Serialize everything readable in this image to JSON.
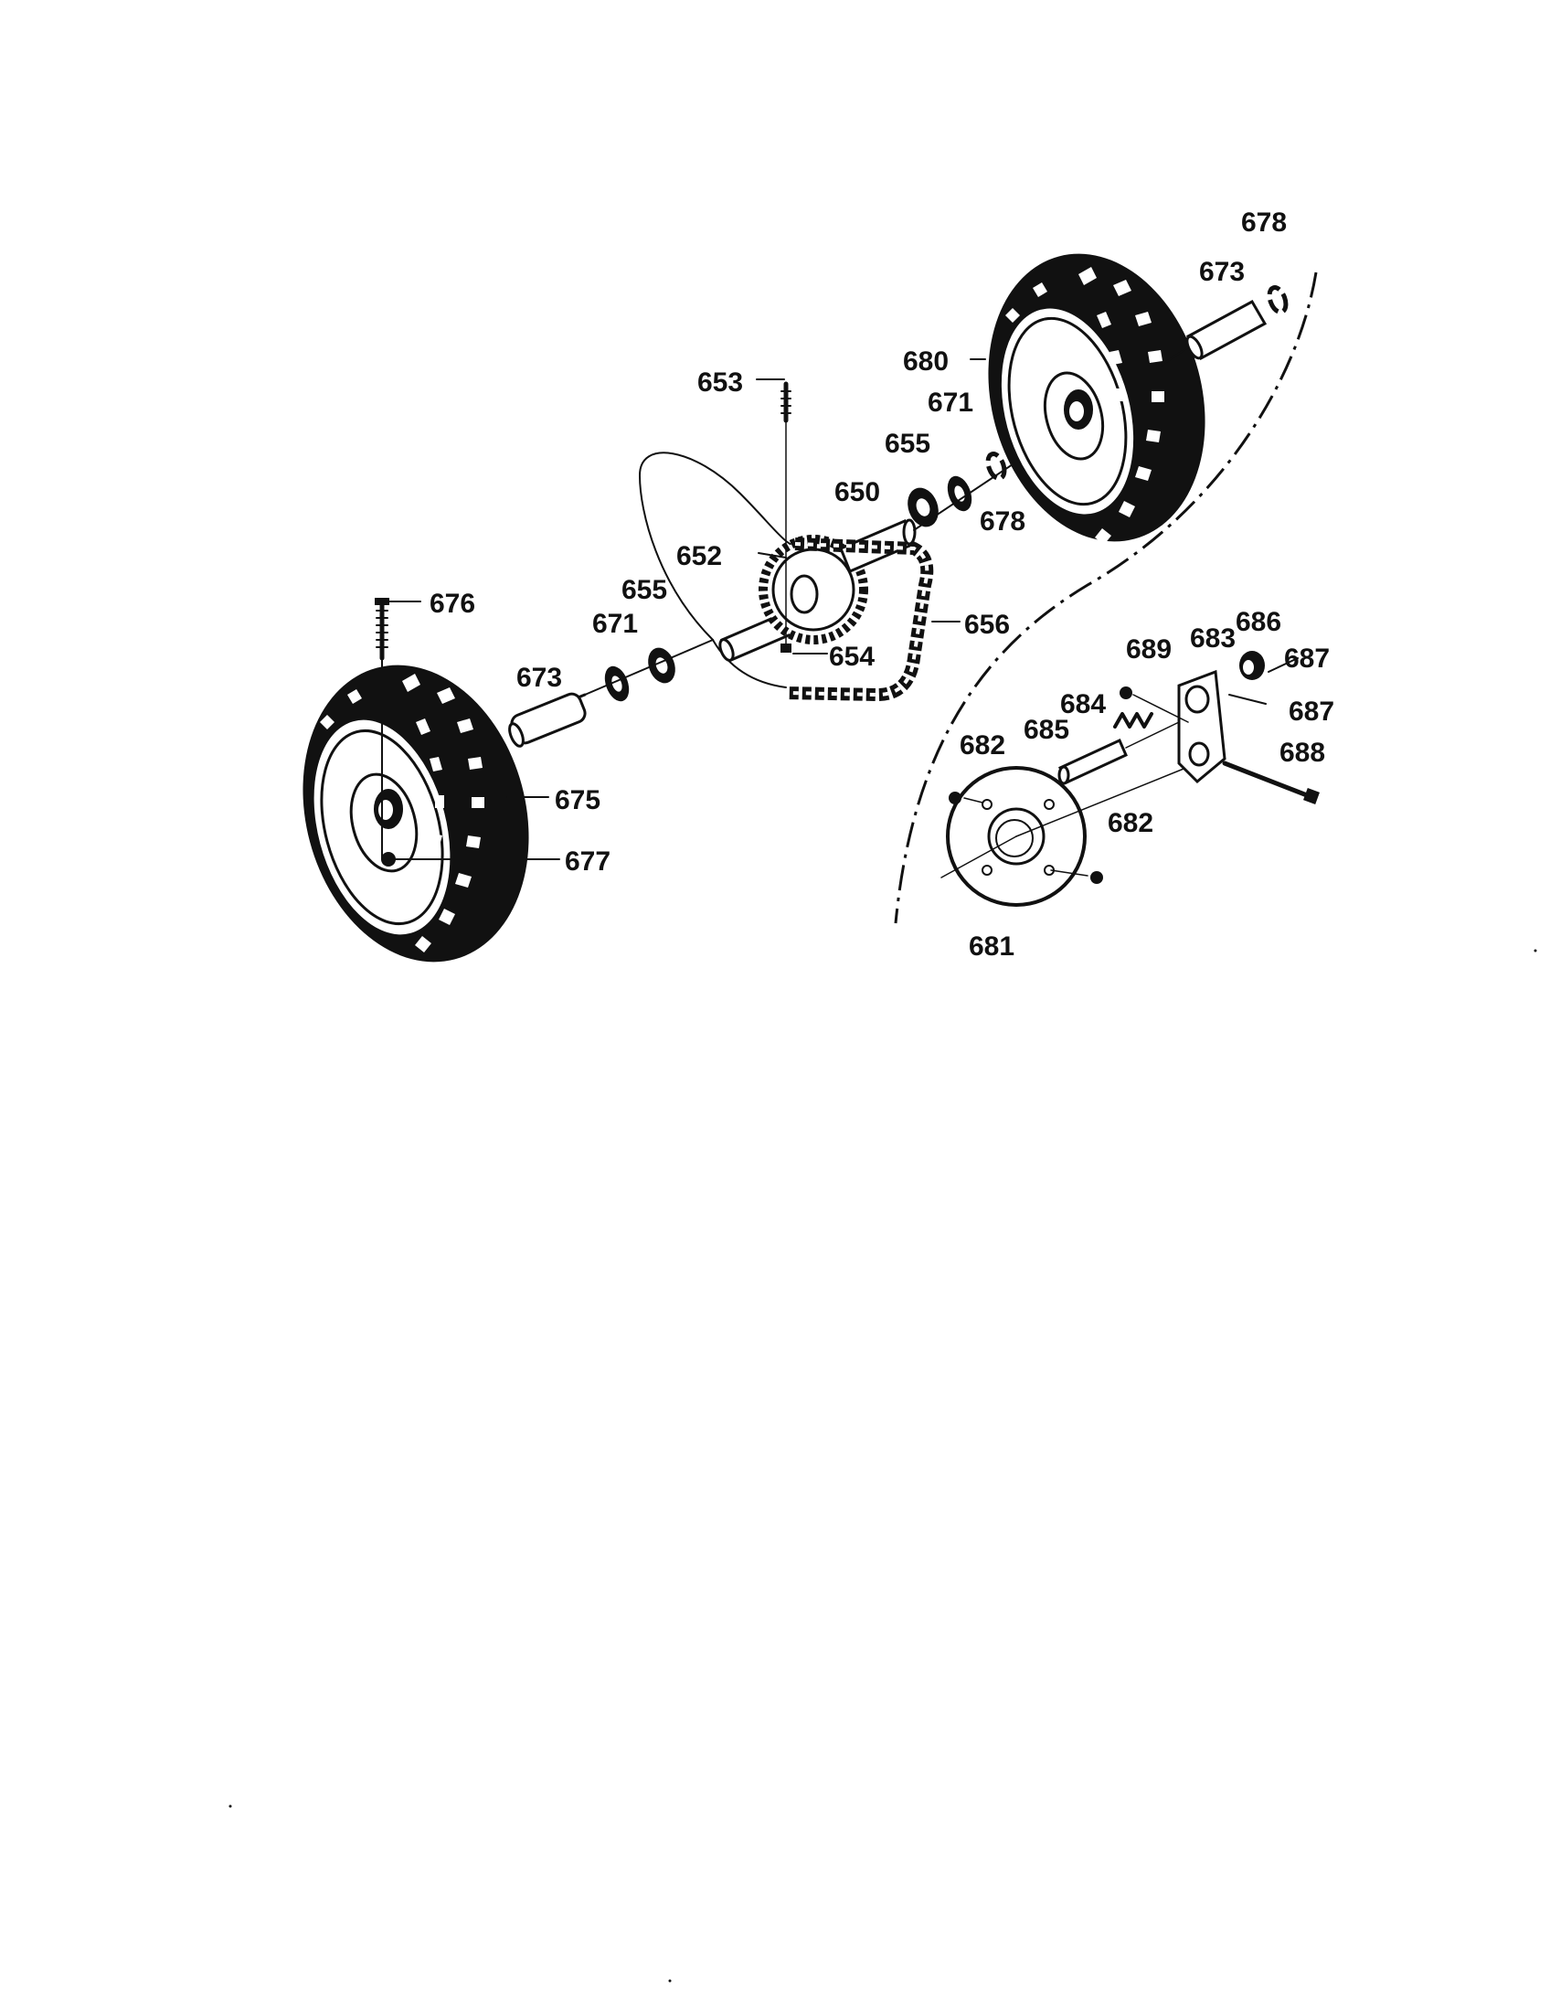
{
  "diagram": {
    "type": "exploded-parts-diagram",
    "callouts": [
      {
        "id": "c650",
        "label": "650",
        "part": "axle"
      },
      {
        "id": "c652",
        "label": "652",
        "part": "sprocket"
      },
      {
        "id": "c653",
        "label": "653",
        "part": "roll-pin"
      },
      {
        "id": "c654",
        "label": "654",
        "part": "pin"
      },
      {
        "id": "c655a",
        "label": "655",
        "part": "bearing"
      },
      {
        "id": "c655b",
        "label": "655",
        "part": "bearing"
      },
      {
        "id": "c656",
        "label": "656",
        "part": "chain"
      },
      {
        "id": "c671a",
        "label": "671",
        "part": "washer"
      },
      {
        "id": "c671b",
        "label": "671",
        "part": "washer"
      },
      {
        "id": "c673a",
        "label": "673",
        "part": "spacer"
      },
      {
        "id": "c673b",
        "label": "673",
        "part": "spacer"
      },
      {
        "id": "c675",
        "label": "675",
        "part": "wheel"
      },
      {
        "id": "c676",
        "label": "676",
        "part": "screw"
      },
      {
        "id": "c677",
        "label": "677",
        "part": "nut"
      },
      {
        "id": "c678a",
        "label": "678",
        "part": "clip"
      },
      {
        "id": "c678b",
        "label": "678",
        "part": "clip"
      },
      {
        "id": "c680",
        "label": "680",
        "part": "wheel"
      },
      {
        "id": "c681",
        "label": "681",
        "part": "flange-plate"
      },
      {
        "id": "c682a",
        "label": "682",
        "part": "nut"
      },
      {
        "id": "c682b",
        "label": "682",
        "part": "nut"
      },
      {
        "id": "c683",
        "label": "683",
        "part": "bracket"
      },
      {
        "id": "c684",
        "label": "684",
        "part": "spring"
      },
      {
        "id": "c685",
        "label": "685",
        "part": "pin"
      },
      {
        "id": "c686",
        "label": "686",
        "part": "bushing"
      },
      {
        "id": "c687a",
        "label": "687",
        "part": "spring"
      },
      {
        "id": "c687b",
        "label": "687",
        "part": "spring"
      },
      {
        "id": "c688",
        "label": "688",
        "part": "bolt"
      },
      {
        "id": "c689",
        "label": "689",
        "part": "nut"
      }
    ]
  }
}
